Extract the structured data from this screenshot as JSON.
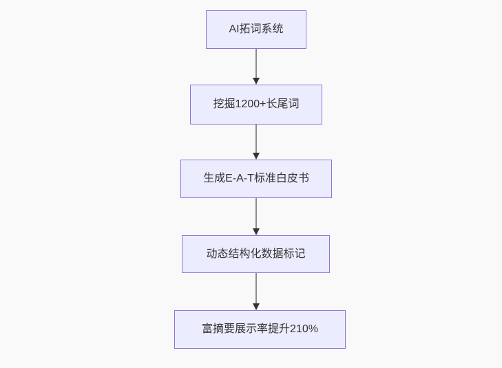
{
  "flowchart": {
    "type": "flowchart-top-down",
    "colors": {
      "node_fill": "#ececff",
      "node_border": "#9370db",
      "node_text": "#333333",
      "edge_line": "#8c8c8c",
      "edge_arrowhead": "#333333",
      "page_background": "#f9f9f9"
    },
    "nodes": [
      {
        "id": "n1",
        "label": "AI拓词系统"
      },
      {
        "id": "n2",
        "label": "挖掘1200+长尾词"
      },
      {
        "id": "n3",
        "label": "生成E-A-T标准白皮书"
      },
      {
        "id": "n4",
        "label": "动态结构化数据标记"
      },
      {
        "id": "n5",
        "label": "富摘要展示率提升210%"
      }
    ],
    "edges": [
      {
        "from": "n1",
        "to": "n2"
      },
      {
        "from": "n2",
        "to": "n3"
      },
      {
        "from": "n3",
        "to": "n4"
      },
      {
        "from": "n4",
        "to": "n5"
      }
    ]
  }
}
